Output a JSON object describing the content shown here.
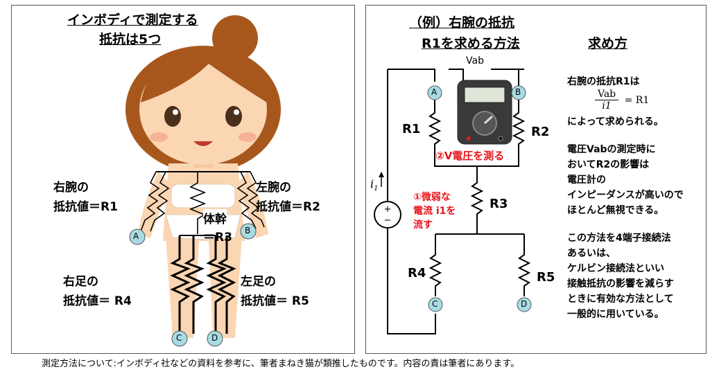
{
  "left_panel": {
    "title_line1": "インボディで測定する",
    "title_line2": "抵抗は5つ",
    "label_r1_line1": "右腕の",
    "label_r1_line2": "抵抗値＝R1",
    "label_r2_line1": "左腕の",
    "label_r2_line2": "抵抗値＝R2",
    "label_r3_line1": "体幹",
    "label_r3_line2": "＝R3",
    "label_r4_line1": "右足の",
    "label_r4_line2": "抵抗値＝ R4",
    "label_r5_line1": "左足の",
    "label_r5_line2": "抵抗値＝ R5",
    "terminals": [
      "A",
      "B",
      "C",
      "D"
    ]
  },
  "right_panel": {
    "title_line1": "（例）右腕の抵抗",
    "title_line2": "R1を求める方法",
    "method_title": "求め方",
    "vab": "Vab",
    "r_labels": [
      "R1",
      "R2",
      "R3",
      "R4",
      "R5"
    ],
    "current_symbol": "i",
    "current_sub": "1",
    "step1_line1": "①微弱な",
    "step1_line2": "電流 i1を",
    "step1_line3": "流す",
    "step2": "②V電圧を測る",
    "terminals": [
      "A",
      "B",
      "C",
      "D"
    ],
    "explanation": {
      "line1": "右腕の抵抗R1は",
      "frac_num": "Vab",
      "frac_den": "i1",
      "frac_rhs": "= R1",
      "line2": "によって求められる。",
      "para2": [
        "電圧Vabの測定時に",
        "おいてR2の影響は",
        "電圧計の",
        "インピーダンスが高いので",
        "ほとんど無視できる。"
      ],
      "para3": [
        "この方法を4端子接続法",
        "あるいは、",
        "ケルビン接続法といい",
        "接触抵抗の影響を減らす",
        "ときに有効な方法として",
        "一般的に用いている。"
      ]
    }
  },
  "footer": "測定方法について:インボディ社などの資料を参考に、筆者まねき猫が類推したものです。内容の責は筆者にあります。",
  "colors": {
    "red": "#e8141a",
    "terminal_fill": "#a9dbe4",
    "hair": "#a8571c",
    "skin": "#fbd6b3"
  }
}
